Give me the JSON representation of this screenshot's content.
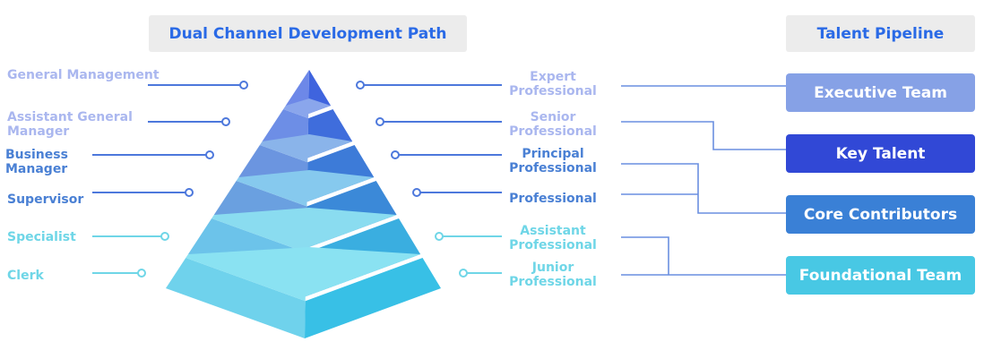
{
  "headers": {
    "left": "Dual Channel Development Path",
    "right": "Talent Pipeline"
  },
  "management_track": [
    "General Management",
    "Assistant General Manager",
    "Business Manager",
    "Supervisor",
    "Specialist",
    "Clerk"
  ],
  "professional_track": [
    "Expert Professional",
    "Senior Professional",
    "Principal Professional",
    "Professional",
    "Assistant Professional",
    "Junior Professional"
  ],
  "pipeline": [
    {
      "label": "Executive Team",
      "color": "#86a1e6"
    },
    {
      "label": "Key Talent",
      "color": "#3148d6"
    },
    {
      "label": "Core Contributors",
      "color": "#3a80d6"
    },
    {
      "label": "Foundational Team",
      "color": "#48c8e4"
    }
  ],
  "colors": {
    "header_text": "#2a6ae6",
    "tier_light": "#aab7ef",
    "tier_mid": "#4a80d4",
    "tier_cyan": "#6fd6e7"
  }
}
